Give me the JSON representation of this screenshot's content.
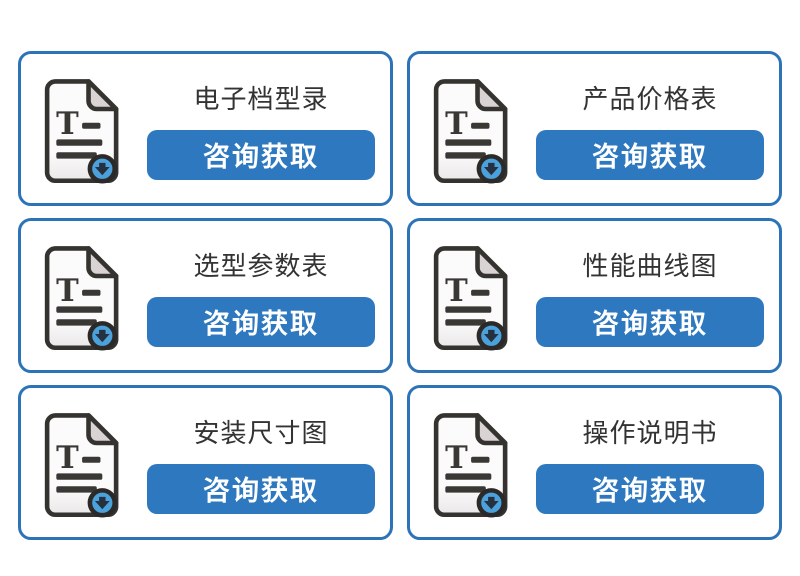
{
  "cards": [
    {
      "title": "电子档型录",
      "button_label": "咨询获取"
    },
    {
      "title": "产品价格表",
      "button_label": "咨询获取"
    },
    {
      "title": "选型参数表",
      "button_label": "咨询获取"
    },
    {
      "title": "性能曲线图",
      "button_label": "咨询获取"
    },
    {
      "title": "安装尺寸图",
      "button_label": "咨询获取"
    },
    {
      "title": "操作说明书",
      "button_label": "咨询获取"
    }
  ],
  "colors": {
    "card_border": "#2d73b8",
    "button_bg": "#2e78bf",
    "button_text": "#ffffff",
    "title_text": "#333333",
    "icon_outline": "#35332f",
    "icon_fold": "#d9d3d3",
    "icon_badge_blue": "#4ba1dc"
  },
  "icon_name": "document-download-icon"
}
